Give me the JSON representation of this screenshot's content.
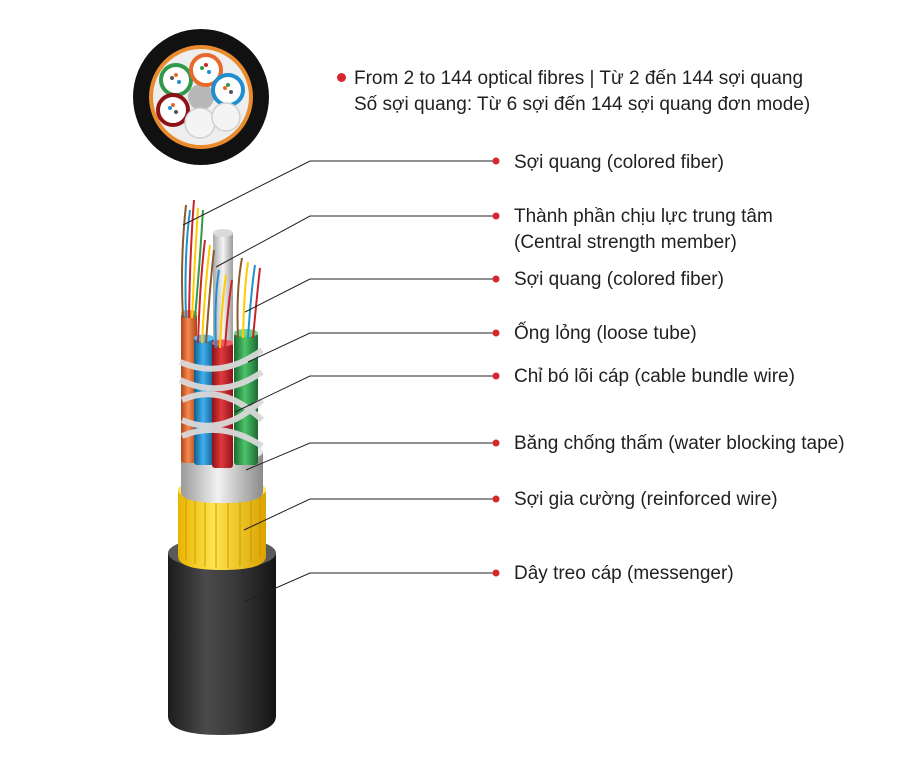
{
  "colors": {
    "accent": "#d7262e",
    "leader_line": "#231f20",
    "jacket": "#3a3a3a",
    "yarn": "#ffd400",
    "tube_red": "#c8242b",
    "tube_blue": "#1f8fd0",
    "tube_green": "#2f9b4a",
    "tube_orange": "#e8692c"
  },
  "header": {
    "line1": "From 2 to 144 optical fibres  | Từ 2 đến 144 sợi quang",
    "line2": "Số sợi quang: Từ 6 sợi đến 144 sợi quang đơn mode)"
  },
  "labels": [
    {
      "id": "colored-fiber-1",
      "lines": [
        "Sợi quang (colored fiber)"
      ]
    },
    {
      "id": "central-strength-member",
      "lines": [
        "Thành phần chịu lực trung tâm",
        "(Central strength member)"
      ]
    },
    {
      "id": "colored-fiber-2",
      "lines": [
        "Sợi quang (colored fiber)"
      ]
    },
    {
      "id": "loose-tube",
      "lines": [
        "Ống lỏng (loose tube)"
      ]
    },
    {
      "id": "cable-bundle-wire",
      "lines": [
        "Chỉ bó lõi cáp (cable bundle wire)"
      ]
    },
    {
      "id": "water-blocking-tape",
      "lines": [
        "Băng chống thấm (water blocking tape)"
      ]
    },
    {
      "id": "reinforced-wire",
      "lines": [
        "Sợi gia cường (reinforced wire)"
      ]
    },
    {
      "id": "messenger",
      "lines": [
        "Dây treo cáp (messenger)"
      ]
    }
  ]
}
